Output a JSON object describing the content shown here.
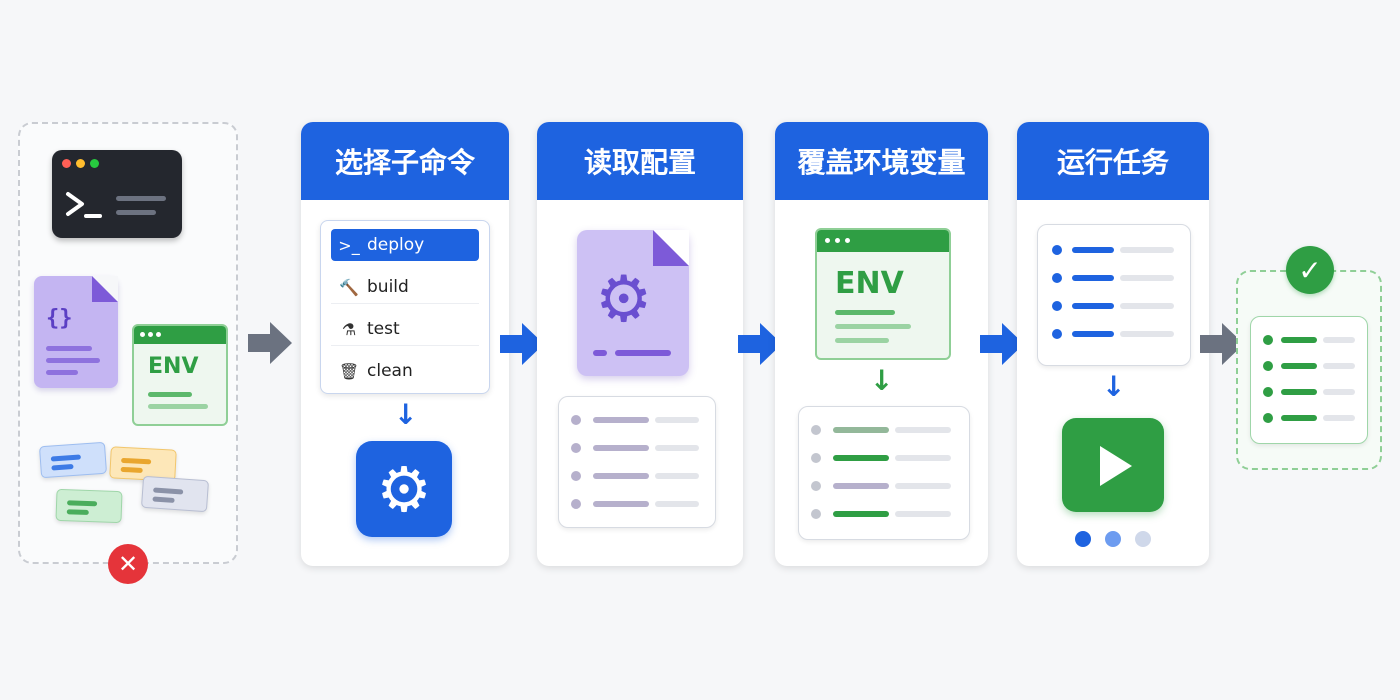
{
  "stages": [
    {
      "title": "选择子命令"
    },
    {
      "title": "读取配置"
    },
    {
      "title": "覆盖环境变量"
    },
    {
      "title": "运行任务"
    }
  ],
  "input": {
    "doc_symbol": "{}",
    "env_label": "ENV"
  },
  "subcommands": [
    {
      "label": "deploy",
      "icon": "terminal-prompt-icon",
      "selected": true
    },
    {
      "label": "build",
      "icon": "hammer-icon",
      "selected": false
    },
    {
      "label": "test",
      "icon": "flask-icon",
      "selected": false
    },
    {
      "label": "clean",
      "icon": "trash-icon",
      "selected": false
    }
  ],
  "env_override": {
    "label": "ENV"
  },
  "colors": {
    "primary_blue": "#1e63e0",
    "green": "#2f9e44",
    "purple": "#7d5ad8",
    "error_red": "#e5343a",
    "neutral_arrow": "#6b7280"
  }
}
